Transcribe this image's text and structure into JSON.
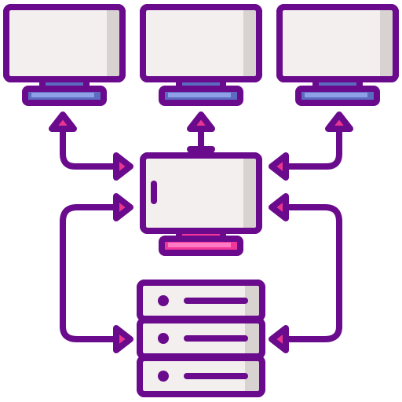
{
  "icon": {
    "title": "",
    "colors": {
      "outline": "#6A0A8C",
      "screen": "#F3EFEE",
      "screen_shade": "#D8D2D0",
      "stand_blue": "#5A6BC0",
      "stand_blue_light": "#8FA0E6",
      "stand_pink": "#F2369A",
      "stand_pink_light": "#FF7CC4",
      "arrow_fill": "#E8368F",
      "server_fill": "#F3EFEE"
    },
    "elements": {
      "top_monitors": [
        "monitor-left",
        "monitor-center",
        "monitor-right"
      ],
      "central_monitor": "monitor-hub",
      "server": "server-stack",
      "server_units": 3
    }
  }
}
